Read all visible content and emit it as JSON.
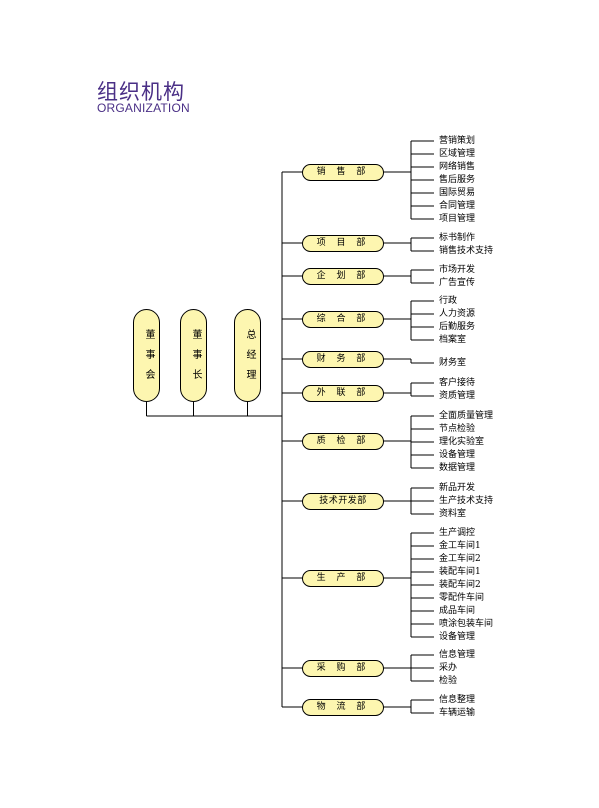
{
  "header": {
    "title_cn": "组织机构",
    "title_en": "ORGANIZATION"
  },
  "leaders": [
    {
      "id": "board",
      "label": "董事会"
    },
    {
      "id": "chairman",
      "label": "董事长"
    },
    {
      "id": "gm",
      "label": "总经理"
    }
  ],
  "departments": [
    {
      "id": "sales",
      "label": "销 售 部",
      "items": [
        "营销策划",
        "区域管理",
        "网络销售",
        "售后服务",
        "国际贸易",
        "合同管理",
        "项目管理"
      ]
    },
    {
      "id": "project",
      "label": "项 目 部",
      "items": [
        "标书制作",
        "销售技术支持"
      ]
    },
    {
      "id": "planning",
      "label": "企 划 部",
      "items": [
        "市场开发",
        "广告宣传"
      ]
    },
    {
      "id": "general",
      "label": "综 合 部",
      "items": [
        "行政",
        "人力资源",
        "后勤服务",
        "档案室"
      ]
    },
    {
      "id": "finance",
      "label": "财 务 部",
      "items": [
        "财务室"
      ]
    },
    {
      "id": "liaison",
      "label": "外 联 部",
      "items": [
        "客户接待",
        "资质管理"
      ]
    },
    {
      "id": "qc",
      "label": "质 检 部",
      "items": [
        "全面质量管理",
        "节点检验",
        "理化实验室",
        "设备管理",
        "数据管理"
      ]
    },
    {
      "id": "tech",
      "label": "技术开发部",
      "items": [
        "新品开发",
        "生产技术支持",
        "资料室"
      ]
    },
    {
      "id": "production",
      "label": "生 产 部",
      "items": [
        "生产调控",
        "金工车间1",
        "金工车间2",
        "装配车间1",
        "装配车间2",
        "零配件车间",
        "成品车间",
        "喷涂包装车间",
        "设备管理"
      ]
    },
    {
      "id": "purchase",
      "label": "采 购 部",
      "items": [
        "信息管理",
        "采办",
        "检验"
      ]
    },
    {
      "id": "logistics",
      "label": "物 流 部",
      "items": [
        "信息整理",
        "车辆运输"
      ]
    }
  ]
}
